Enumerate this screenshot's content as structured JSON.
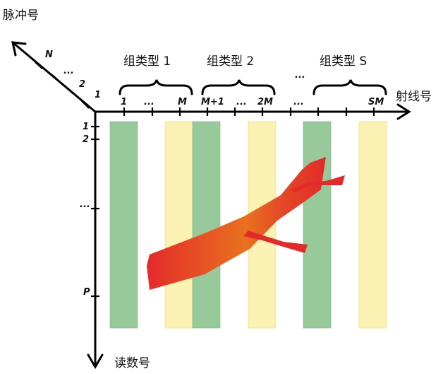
{
  "axes": {
    "pulse_label": "脉冲号",
    "ray_label": "射线号",
    "read_label": "读数号"
  },
  "pulse_ticks": [
    "1",
    "2",
    "...",
    "N"
  ],
  "read_ticks": [
    "1",
    "2",
    "...",
    "P"
  ],
  "groups": [
    {
      "label": "组类型 1",
      "ticks": [
        "1",
        "...",
        "M"
      ]
    },
    {
      "label": "组类型 2",
      "ticks": [
        "M+1",
        "...",
        "2M"
      ]
    },
    {
      "label": "组类型 S",
      "ticks": [
        "...",
        "SM"
      ]
    }
  ],
  "group_ellipsis": "...",
  "colors": {
    "green_band": "#97c99b",
    "yellow_band": "#fbf1b2",
    "axis": "#000000",
    "vessel_main": "#e8302a",
    "vessel_highlight": "#e8731f"
  }
}
